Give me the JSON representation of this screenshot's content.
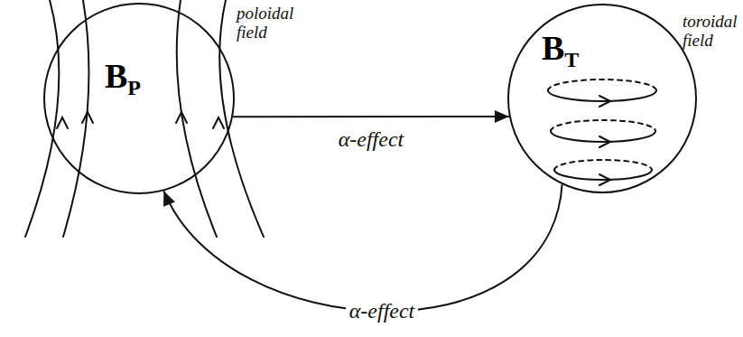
{
  "diagram": {
    "nodes": [
      {
        "text": [
          "BP",
          "poloidal field"
        ]
      },
      {
        "text": [
          "BT",
          "toroidal field"
        ]
      }
    ],
    "edges": [
      {
        "from": 0,
        "to": 1,
        "arrow": "to",
        "label": "α-effect"
      },
      {
        "from": 1,
        "to": 0,
        "arrow": "to",
        "label": "α-effect"
      }
    ]
  }
}
